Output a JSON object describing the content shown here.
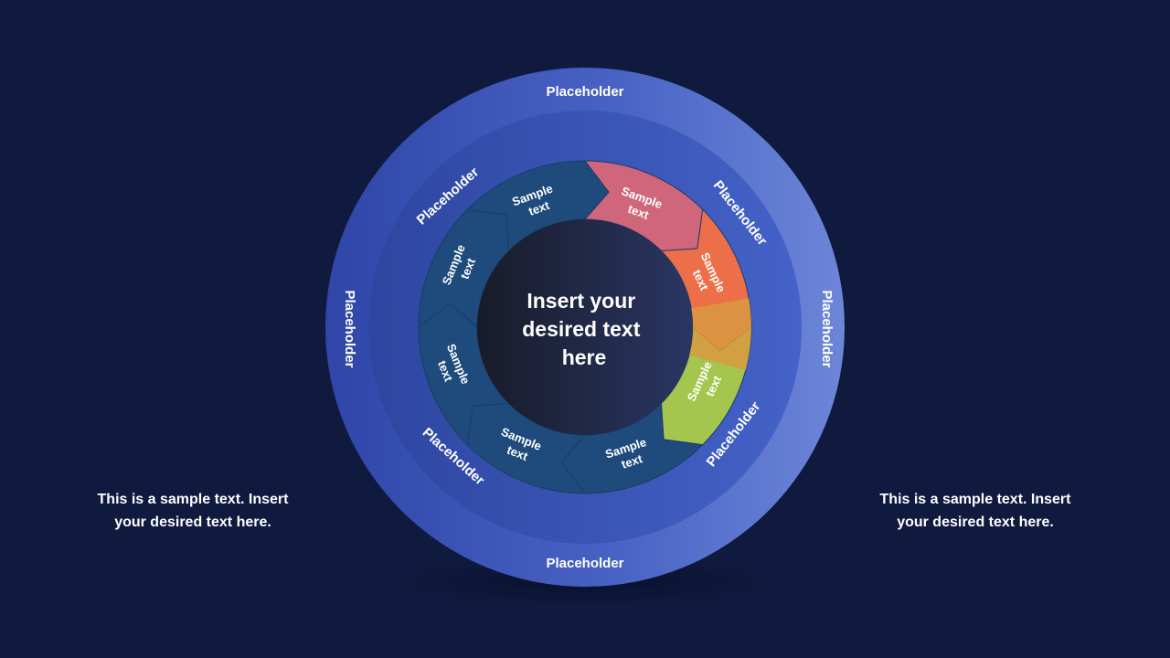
{
  "diagram": {
    "center_text": [
      "Insert your",
      "desired text",
      "here"
    ],
    "outer_ring_labels": [
      "Placeholder",
      "Placeholder",
      "Placeholder",
      "Placeholder"
    ],
    "middle_ring_labels": [
      "Placeholder",
      "Placeholder",
      "Placeholder",
      "Placeholder"
    ],
    "cycle_steps": [
      {
        "lines": [
          "Sample",
          "text"
        ]
      },
      {
        "lines": [
          "Sample",
          "text"
        ]
      },
      {
        "lines": [
          "Sample",
          "text"
        ]
      },
      {
        "lines": [
          "Sample",
          "text"
        ]
      },
      {
        "lines": [
          "Sample",
          "text"
        ]
      },
      {
        "lines": [
          "Sample",
          "text"
        ]
      },
      {
        "lines": [
          "Sample",
          "text"
        ]
      },
      {
        "lines": [
          "Sample",
          "text"
        ]
      }
    ],
    "colors": {
      "background": "#0f1a3e",
      "outer_ring_start": "#2f46a8",
      "outer_ring_end": "#6d86d8",
      "middle_ring": "#3a55b4",
      "steps_dark": "#1e4a7c",
      "step_salmon": "#d0667a",
      "step_orange": "#ec6f49",
      "step_amber": "#d99a40",
      "step_green": "#a4c64e",
      "center_dark": "#1a1d2c",
      "center_end": "#293461"
    }
  },
  "left_text": [
    "This is a sample text. Insert",
    "your desired text here."
  ],
  "right_text": [
    "This is a sample text. Insert",
    "your desired text here."
  ]
}
